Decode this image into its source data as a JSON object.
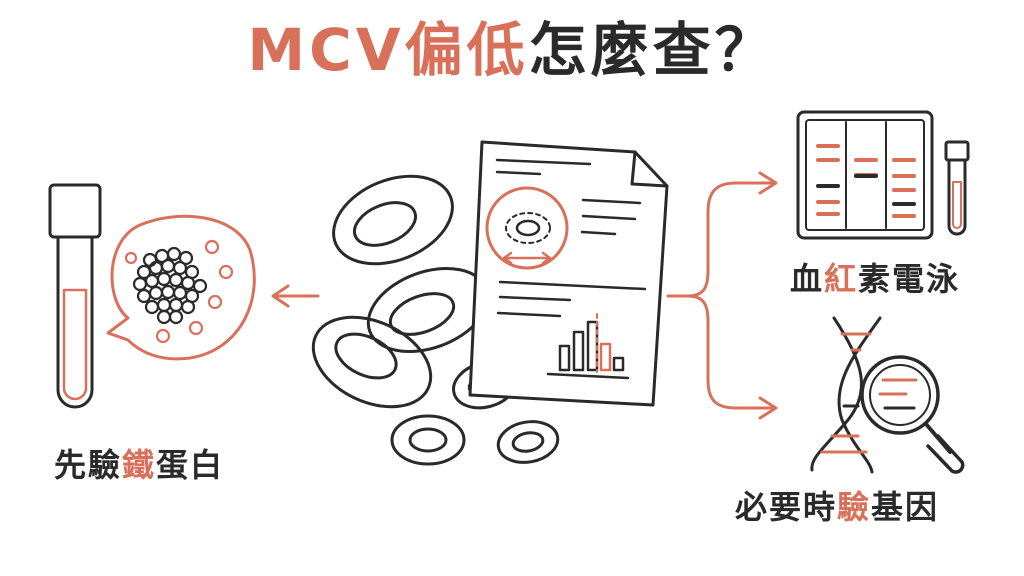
{
  "title": {
    "part1": "MCV偏低",
    "part2": "怎麼查？"
  },
  "left_label": {
    "pre": "先驗",
    "hl": "鐵",
    "post": "蛋白"
  },
  "top_right_label": {
    "pre": "血",
    "hl": "紅",
    "post": "素電泳"
  },
  "bottom_right_label": {
    "pre": "必要時",
    "hl": "驗",
    "post": "基因"
  },
  "colors": {
    "accent": "#d9705a",
    "ink": "#2a2a2a"
  },
  "icons": [
    "test-tube-icon",
    "ferritin-bubble-icon",
    "red-blood-cell-icon",
    "lab-report-icon",
    "electrophoresis-gel-icon",
    "dna-helix-icon",
    "magnifier-icon",
    "arrow-icon"
  ]
}
